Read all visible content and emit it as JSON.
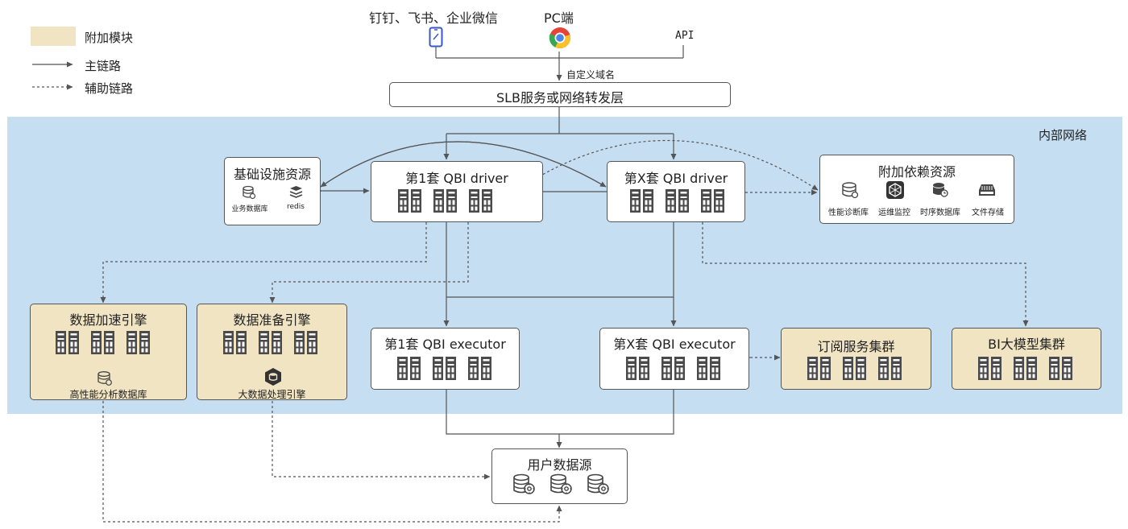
{
  "legend": {
    "addon_module": "附加模块",
    "main_link": "主链路",
    "aux_link": "辅助链路"
  },
  "clients": {
    "im": "钉钉、飞书、企业微信",
    "pc": "PC端",
    "api": "API",
    "domain": "自定义域名"
  },
  "slb": "SLB服务或网络转发层",
  "internal_network": "内部网络",
  "infra": {
    "title": "基础设施资源",
    "items": [
      "业务数据库",
      "redis"
    ]
  },
  "driver1": "第1套 QBI driver",
  "driverx": "第X套 QBI driver",
  "deps": {
    "title": "附加依赖资源",
    "items": [
      "性能诊断库",
      "运维监控",
      "时序数据库",
      "文件存储"
    ]
  },
  "accel": {
    "title": "数据加速引擎",
    "sub": "高性能分析数据库"
  },
  "prep": {
    "title": "数据准备引擎",
    "sub": "大数据处理引擎"
  },
  "exec1": "第1套 QBI executor",
  "execx": "第X套 QBI executor",
  "subscribe": "订阅服务集群",
  "llm": "BI大模型集群",
  "userdata": "用户数据源",
  "colors": {
    "zone": "#c6def2",
    "addon": "#f1e4c3",
    "line": "#555555"
  }
}
